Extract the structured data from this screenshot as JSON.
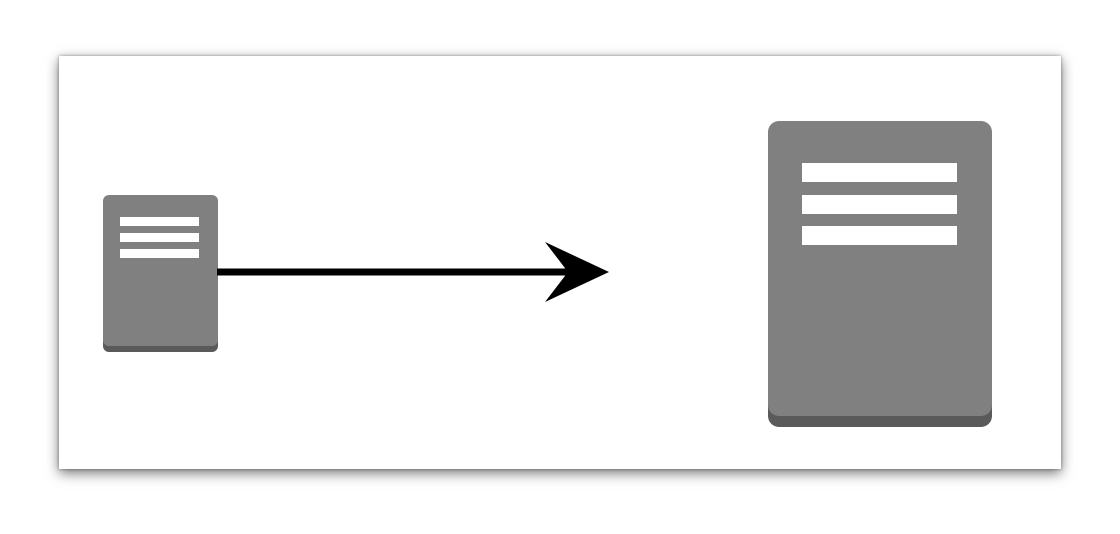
{
  "diagram": {
    "colors": {
      "background": "#ffffff",
      "server_body": "#808080",
      "server_base": "#5a5a5a",
      "server_lines": "#ffffff",
      "arrow": "#000000"
    },
    "nodes": [
      {
        "id": "small-server",
        "icon": "server-icon",
        "label": ""
      },
      {
        "id": "large-server",
        "icon": "server-icon",
        "label": ""
      }
    ],
    "edges": [
      {
        "from": "small-server",
        "to": "large-server",
        "style": "solid-arrow",
        "label": ""
      }
    ]
  }
}
